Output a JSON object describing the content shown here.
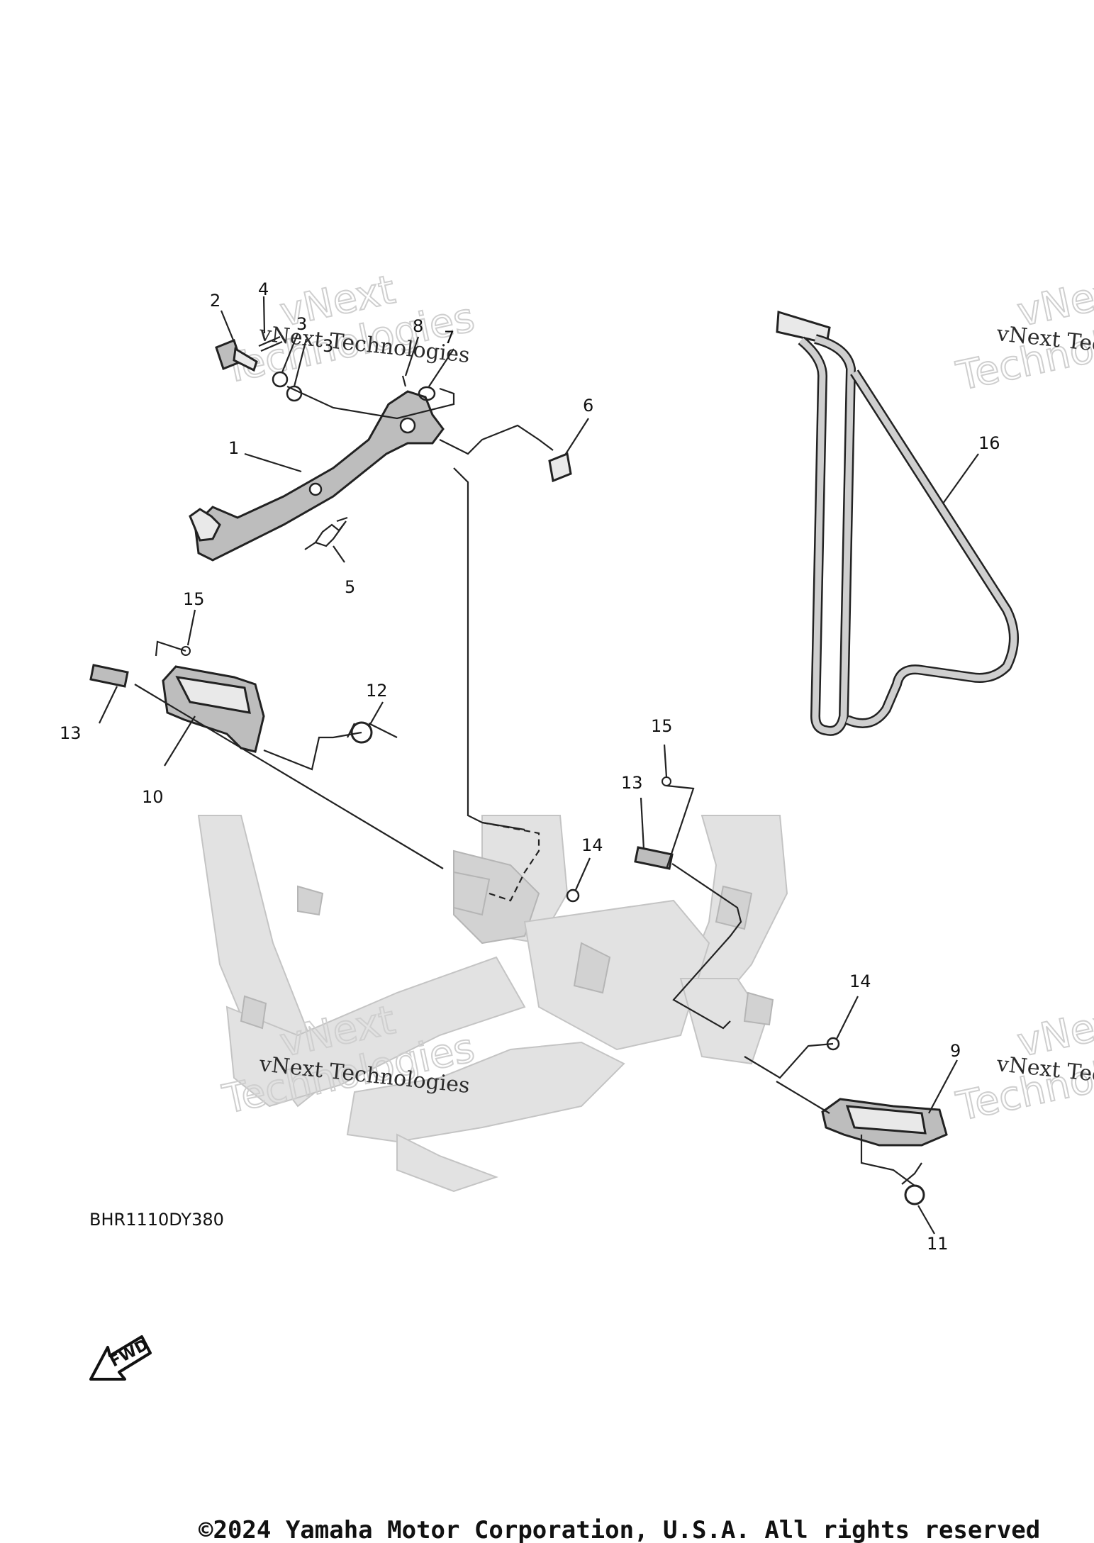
{
  "diagram": {
    "code": "BHR1110DY380",
    "fwd_label": "FWD",
    "copyright": "©2024 Yamaha Motor Corporation, U.S.A. All rights reserved",
    "watermark": {
      "line_small": "vNext Technologies",
      "line_big_top": "vNext",
      "line_big_bottom": "Technologies"
    },
    "callouts": [
      "1",
      "2",
      "3",
      "3",
      "4",
      "5",
      "6",
      "7",
      "8",
      "9",
      "10",
      "11",
      "12",
      "13",
      "13",
      "14",
      "14",
      "15",
      "15",
      "16"
    ]
  }
}
